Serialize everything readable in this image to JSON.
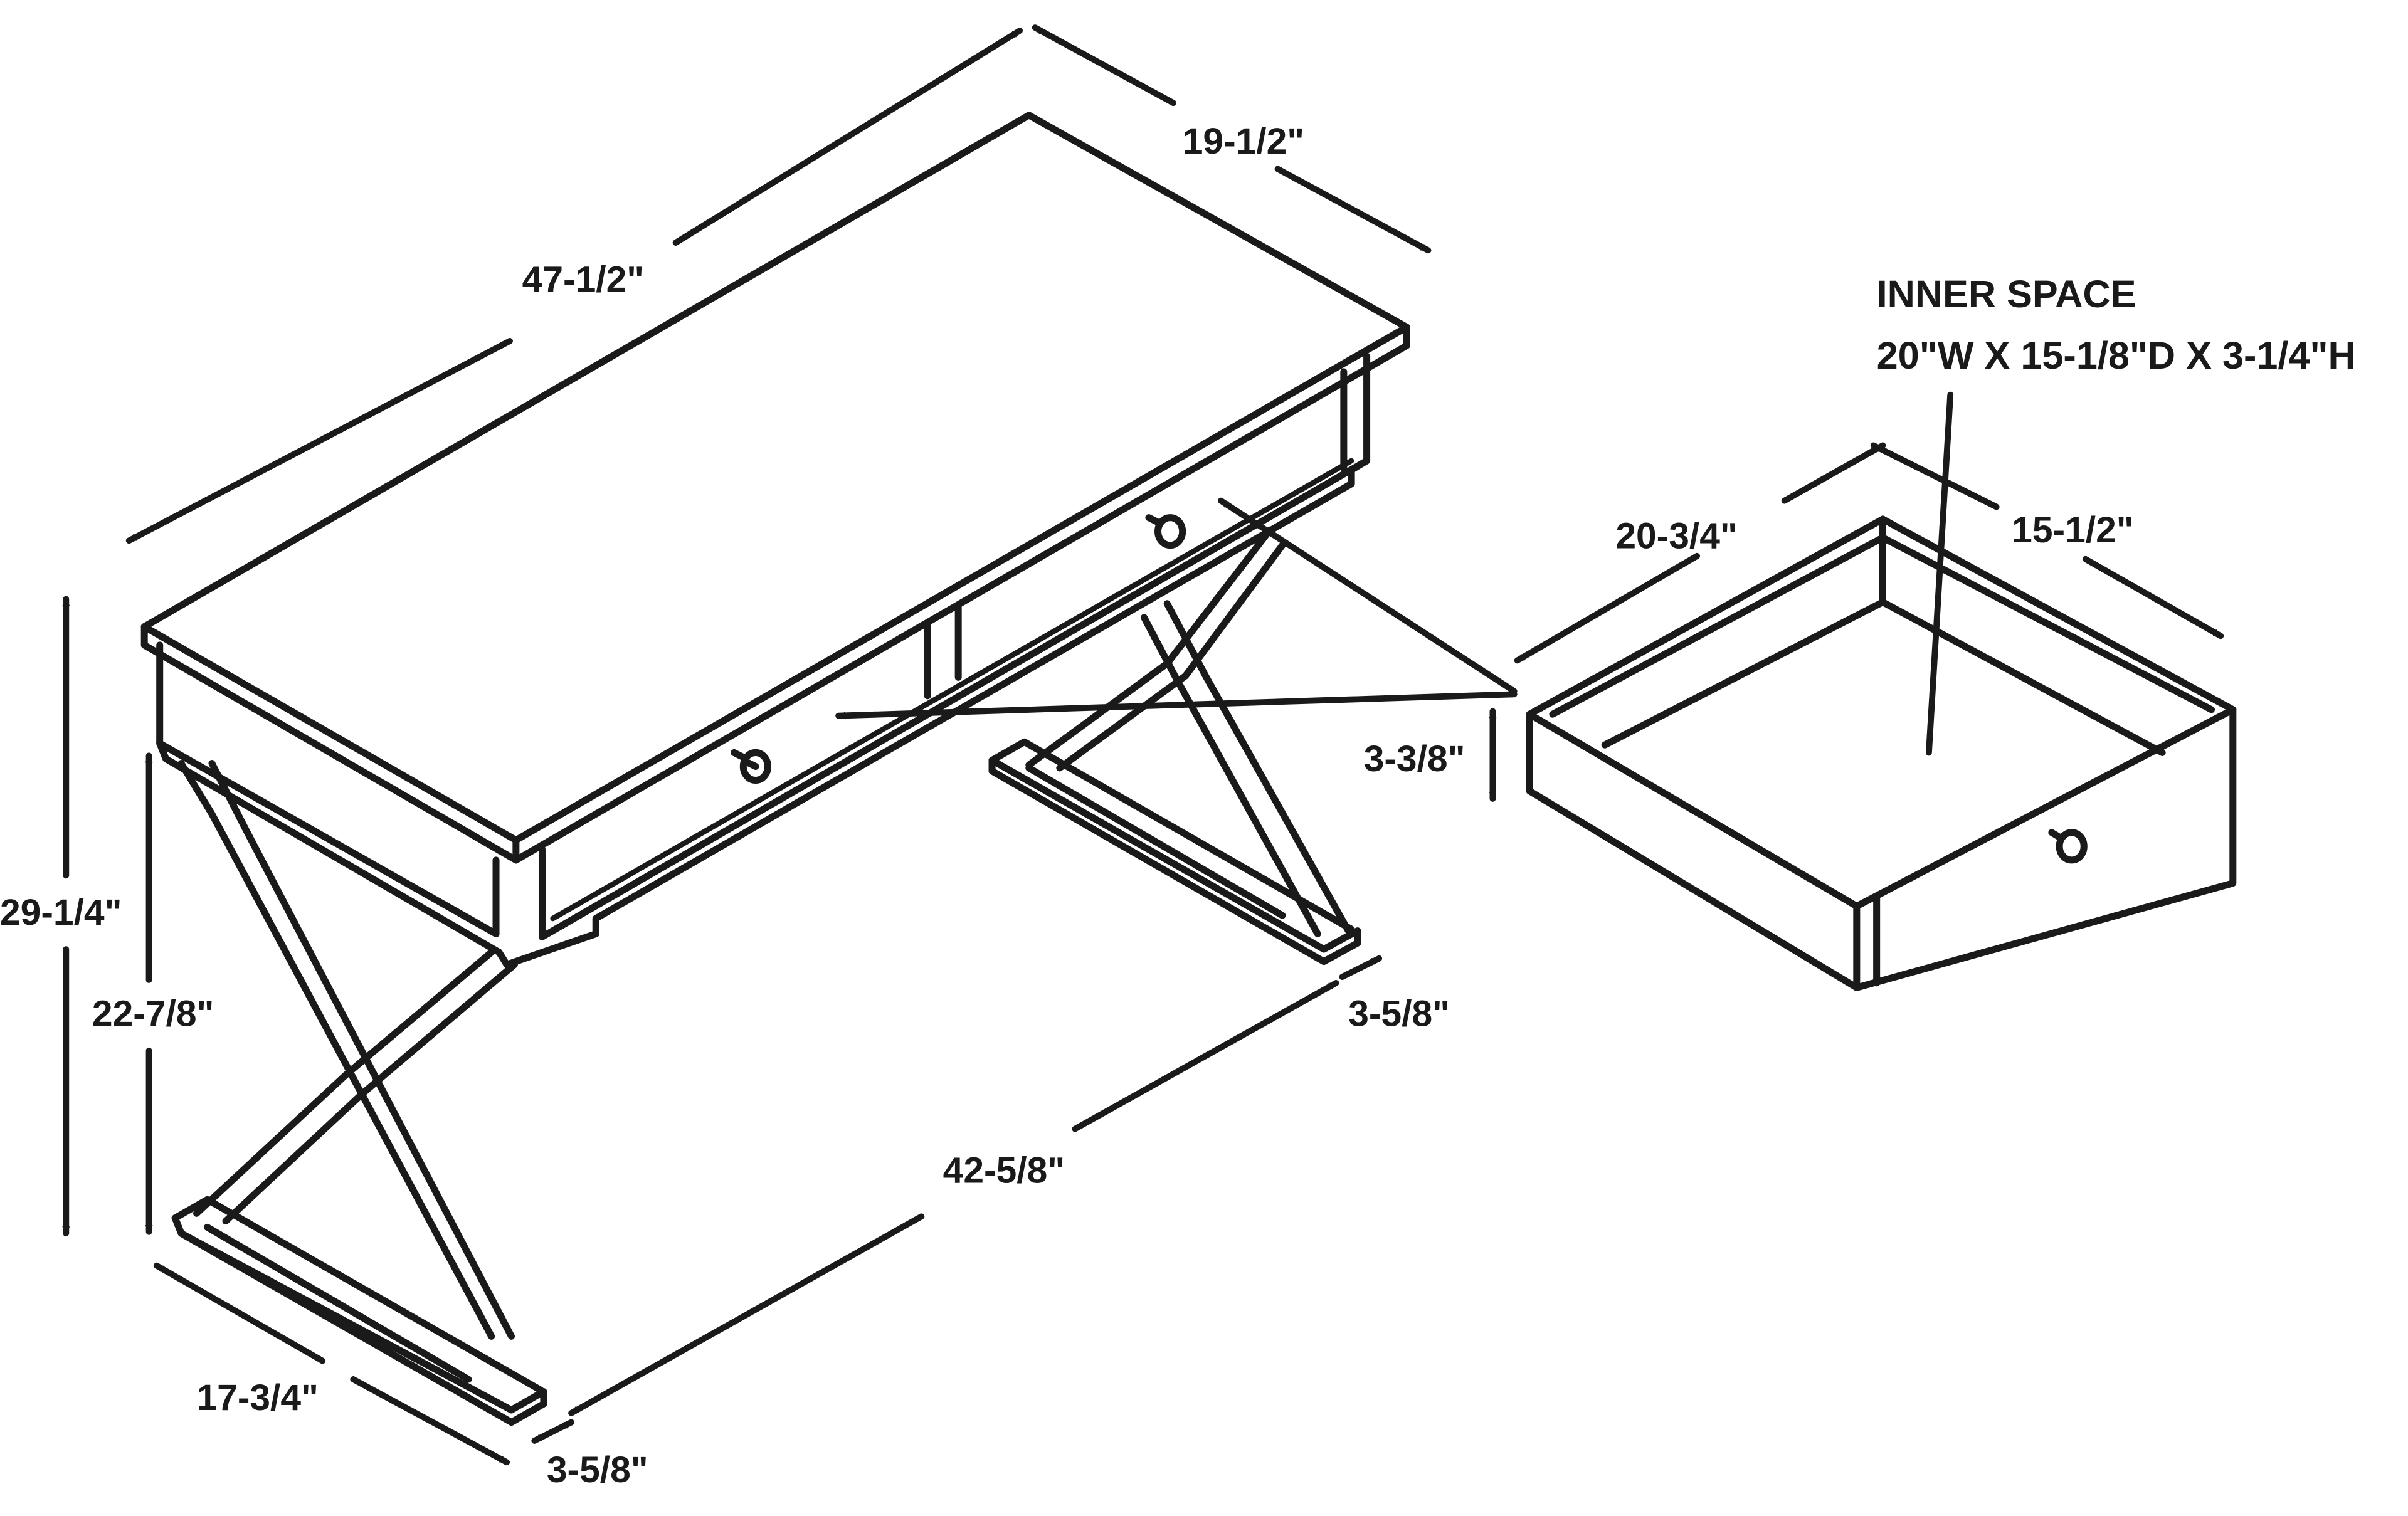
{
  "dimensions": {
    "top_depth": "19-1/2\"",
    "top_width": "47-1/2\"",
    "total_height": "29-1/4\"",
    "leg_clearance": "22-7/8\"",
    "base_width": "42-5/8\"",
    "base_depth": "17-3/4\"",
    "foot_width_right": "3-5/8\"",
    "foot_width_left": "3-5/8\"",
    "drawer_height": "3-3/8\"",
    "drawer_width": "20-3/4\"",
    "drawer_depth": "15-1/2\""
  },
  "inner_space": {
    "title": "INNER SPACE",
    "size": "20\"W X 15-1/8\"D X 3-1/4\"H"
  },
  "colors": {
    "line": "#1a1a1a",
    "background": "#ffffff"
  }
}
